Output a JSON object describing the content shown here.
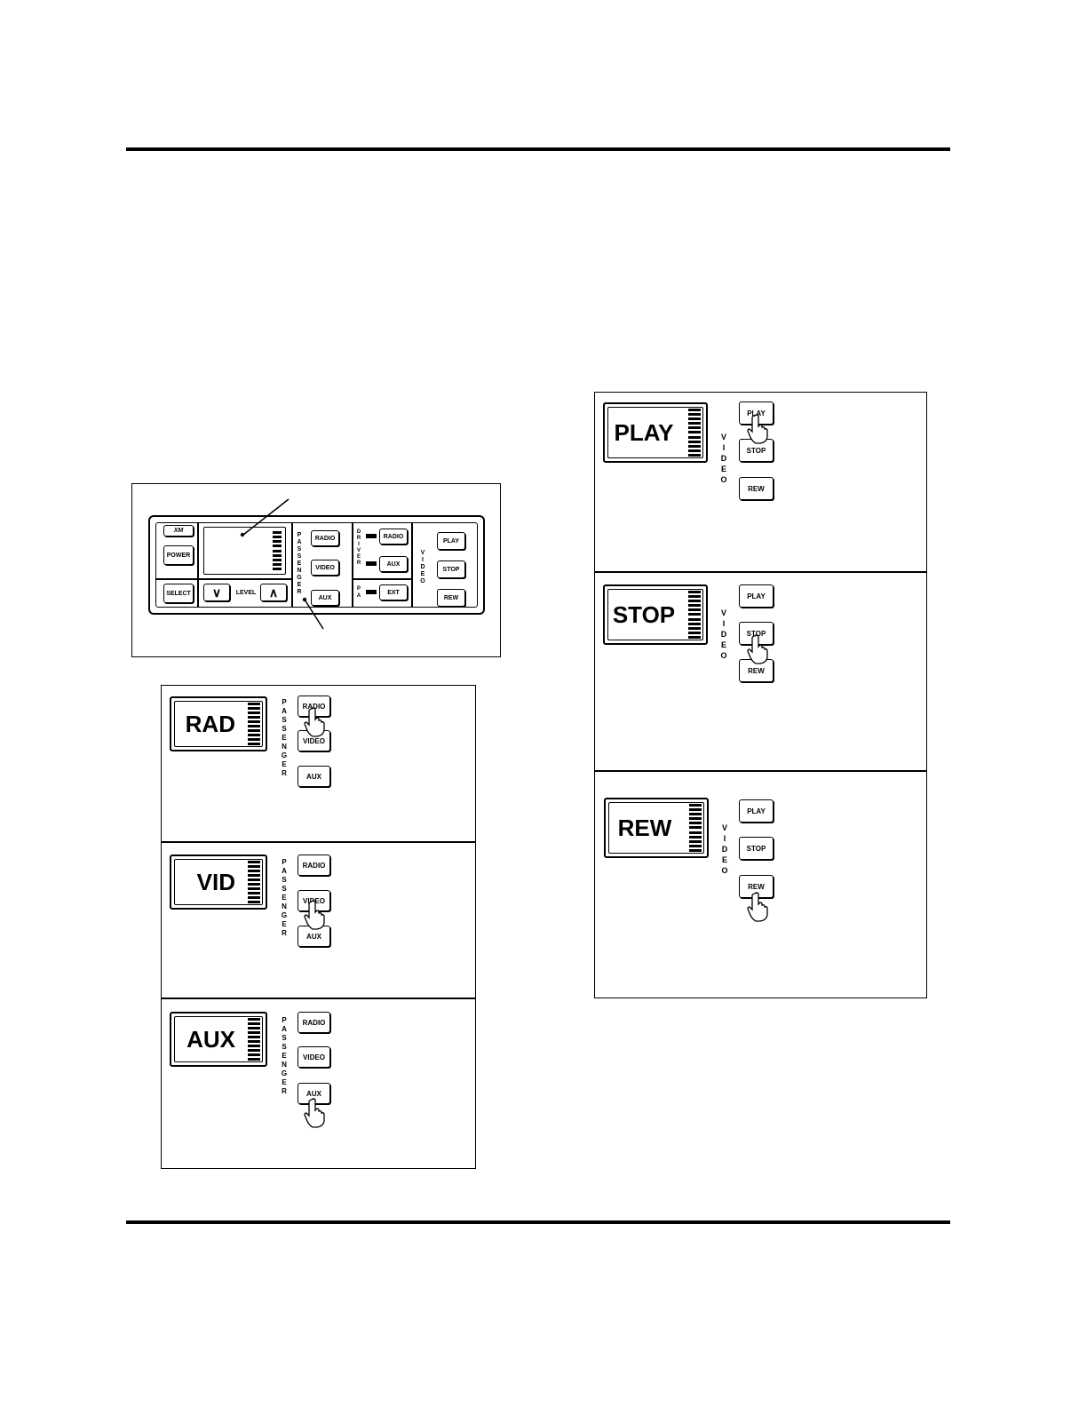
{
  "panel": {
    "logo": "XM",
    "power_label": "POWER",
    "select_label": "SELECT",
    "level_label": "LEVEL",
    "passenger_label": "PASSENGER",
    "driver_label": "DRIVER",
    "pa_label": "PA",
    "video_label": "VIDEO",
    "passenger_buttons": [
      "RADIO",
      "VIDEO",
      "AUX"
    ],
    "driver_buttons": [
      "RADIO",
      "AUX"
    ],
    "pa_button": "EXT",
    "video_buttons": [
      "PLAY",
      "STOP",
      "REW"
    ]
  },
  "passenger_panels": [
    {
      "display": "RAD",
      "buttons": [
        "RADIO",
        "VIDEO",
        "AUX"
      ],
      "pressed": 0
    },
    {
      "display": "VID",
      "buttons": [
        "RADIO",
        "VIDEO",
        "AUX"
      ],
      "pressed": 1
    },
    {
      "display": "AUX",
      "buttons": [
        "RADIO",
        "VIDEO",
        "AUX"
      ],
      "pressed": 2
    }
  ],
  "video_panels": [
    {
      "display": "PLAY",
      "buttons": [
        "PLAY",
        "STOP",
        "REW"
      ],
      "pressed": 0
    },
    {
      "display": "STOP",
      "buttons": [
        "PLAY",
        "STOP",
        "REW"
      ],
      "pressed": 1
    },
    {
      "display": "REW",
      "buttons": [
        "PLAY",
        "STOP",
        "REW"
      ],
      "pressed": 2
    }
  ],
  "side_labels": {
    "passenger": "PASSENGER",
    "video": "VIDEO"
  }
}
